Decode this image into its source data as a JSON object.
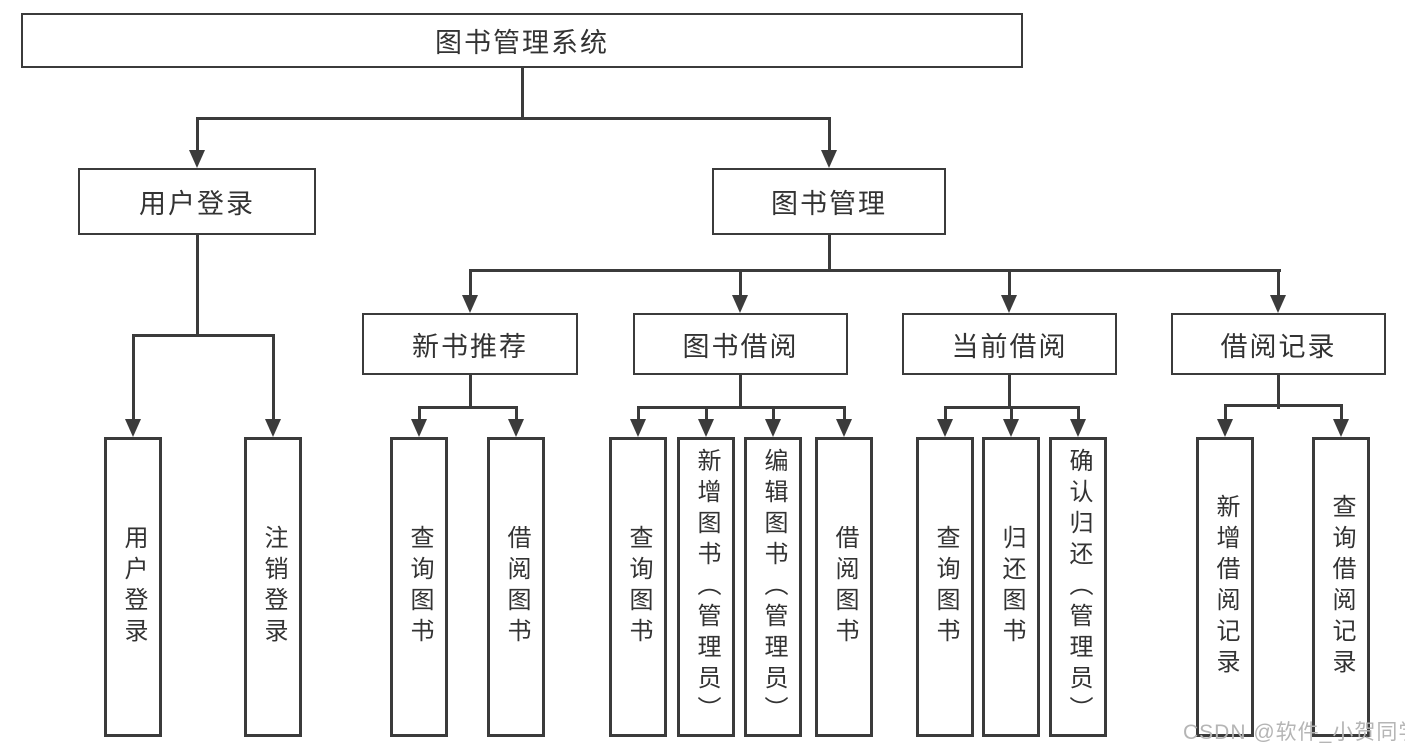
{
  "diagram": {
    "root": {
      "label": "图书管理系统"
    },
    "level2": [
      {
        "id": "user-login",
        "label": "用户登录"
      },
      {
        "id": "book-management",
        "label": "图书管理"
      }
    ],
    "level3": [
      {
        "id": "new-book-recommend",
        "label": "新书推荐"
      },
      {
        "id": "book-borrow",
        "label": "图书借阅"
      },
      {
        "id": "current-borrow",
        "label": "当前借阅"
      },
      {
        "id": "borrow-records",
        "label": "借阅记录"
      }
    ],
    "leaves": [
      {
        "label": "用户登录"
      },
      {
        "label": "注销登录"
      },
      {
        "label": "查询图书"
      },
      {
        "label": "借阅图书"
      },
      {
        "label": "查询图书"
      },
      {
        "label": "新增图书（管理员）"
      },
      {
        "label": "编辑图书（管理员）"
      },
      {
        "label": "借阅图书"
      },
      {
        "label": "查询图书"
      },
      {
        "label": "归还图书"
      },
      {
        "label": "确认归还（管理员）"
      },
      {
        "label": "新增借阅记录"
      },
      {
        "label": "查询借阅记录"
      }
    ]
  },
  "watermark": {
    "text": "CSDN @软件_小贺同学"
  },
  "colors": {
    "line": "#3b3b3b",
    "text": "#333333",
    "watermark": "#b5b5b5",
    "background": "#ffffff"
  }
}
